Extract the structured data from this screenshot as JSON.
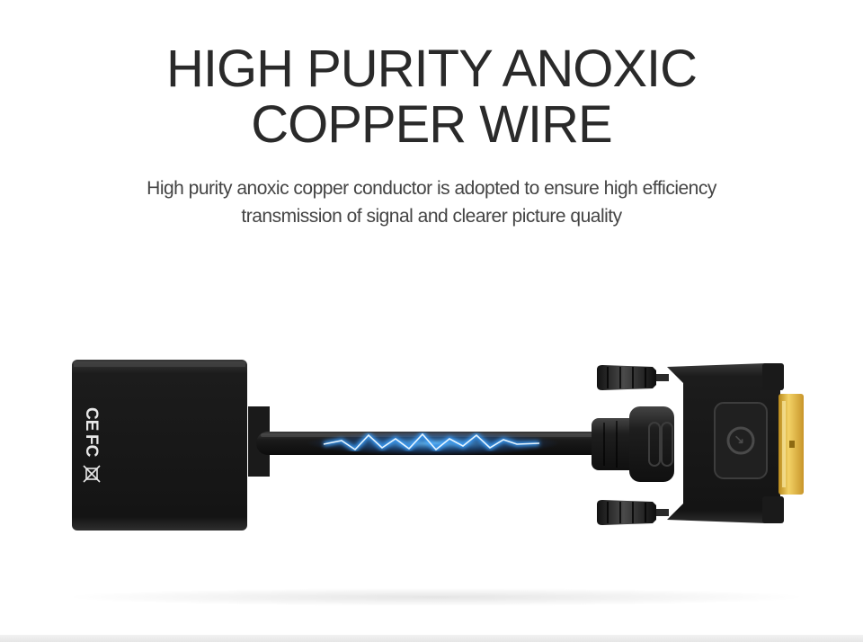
{
  "headline": {
    "line1": "HIGH PURITY ANOXIC",
    "line2": "COPPER WIRE"
  },
  "subtitle": {
    "line1": "High purity anoxic copper conductor is adopted to ensure high efficiency",
    "line2": "transmission of signal and clearer picture quality"
  },
  "adapter": {
    "marks": [
      "CE",
      "FC"
    ],
    "icons": [
      "ce-mark-icon",
      "fc-mark-icon",
      "weee-bin-icon"
    ]
  },
  "colors": {
    "background": "#ffffff",
    "text": "#2a2a2a",
    "adapter_body": "#1a1a1a",
    "signal_glow": "#3aa0ff",
    "gold_pins": "#e0b83a"
  }
}
